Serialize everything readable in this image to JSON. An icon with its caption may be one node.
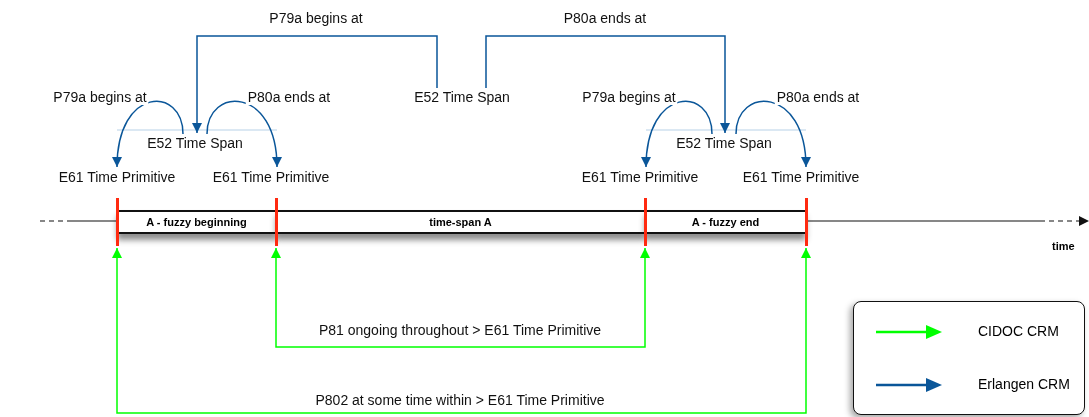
{
  "diagram": {
    "nodes": [
      {
        "text": [
          "E52 Time Span"
        ]
      },
      {
        "text": [
          "E52 Time Span"
        ]
      },
      {
        "text": [
          "E61 Time Primitive"
        ]
      },
      {
        "text": [
          "E61 Time Primitive"
        ]
      },
      {
        "text": [
          "E52 Time Span"
        ]
      },
      {
        "text": [
          "E61 Time Primitive"
        ]
      },
      {
        "text": [
          "E61 Time Primitive"
        ]
      },
      {
        "text": [
          "A - fuzzy beginning"
        ]
      },
      {
        "text": [
          "time-span A"
        ]
      },
      {
        "text": [
          "A - fuzzy end"
        ]
      },
      {
        "text": [],
        "shape": "bar"
      },
      {
        "text": [],
        "shape": "bar"
      },
      {
        "text": [],
        "shape": "bar"
      },
      {
        "text": [],
        "shape": "bar"
      }
    ],
    "edges": [
      {
        "from": 0,
        "to": 1,
        "arrow": "to",
        "label": "P79a begins at"
      },
      {
        "from": 0,
        "to": 4,
        "arrow": "to",
        "label": "P80a ends at"
      },
      {
        "from": 1,
        "to": 2,
        "arrow": "to",
        "label": "P79a begins at"
      },
      {
        "from": 1,
        "to": 3,
        "arrow": "to",
        "label": "P80a ends at"
      },
      {
        "from": 4,
        "to": 5,
        "arrow": "to",
        "label": "P79a begins at"
      },
      {
        "from": 4,
        "to": 6,
        "arrow": "to",
        "label": "P80a ends at"
      },
      {
        "from": 11,
        "to": 12,
        "arrow": "both",
        "label": "P81 ongoing throughout > E61 Time Primitive",
        "color": "#00ff00"
      },
      {
        "from": 10,
        "to": 13,
        "arrow": "both",
        "label": "P802 at some time within > E61 Time Primitive",
        "color": "#00ff00"
      }
    ],
    "labels": [
      "time"
    ],
    "legend": [
      {
        "text": "CIDOC CRM"
      },
      {
        "text": "Erlangen CRM"
      }
    ]
  }
}
